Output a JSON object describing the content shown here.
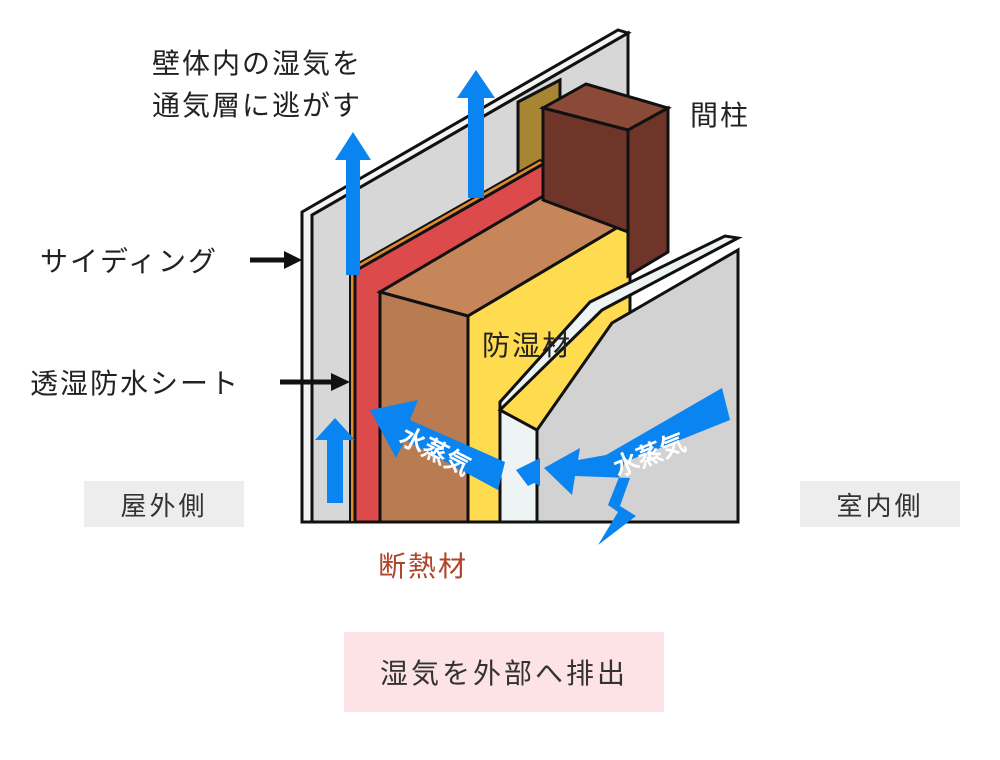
{
  "labels": {
    "ventilation_line1": "壁体内の湿気を",
    "ventilation_line2": "通気層に逃がす",
    "stud": "間柱",
    "siding": "サイディング",
    "breathable_sheet": "透湿防水シート",
    "vapor_barrier": "防湿材",
    "insulation": "断熱材",
    "water_vapor_left": "水蒸気",
    "water_vapor_right": "水蒸気",
    "exterior": "屋外側",
    "interior": "室内側",
    "footer": "湿気を外部へ排出"
  },
  "colors": {
    "siding": "#d7d7d7",
    "siding_edge": "#f4f4f4",
    "outline": "#111111",
    "sheet_orange": "#e08a2a",
    "sheet_red": "#dc4a4c",
    "insulation_front": "#b97b52",
    "insulation_side": "#c6865a",
    "vapor_barrier_yellow": "#ffdc4f",
    "stud_front": "#6e3528",
    "stud_top": "#8b4937",
    "stud_back": "#a88532",
    "interior_board": "#d2d2d2",
    "interior_board_edge": "#eef4f4",
    "arrow_blue": "#0a84f0",
    "insulation_label": "#b0442a",
    "label_box_gray": "#ededed",
    "footer_box_pink": "#fde3e5"
  },
  "icons": [
    "up-arrow-icon",
    "pointer-arrow-icon",
    "vapor-arrow-icon"
  ]
}
